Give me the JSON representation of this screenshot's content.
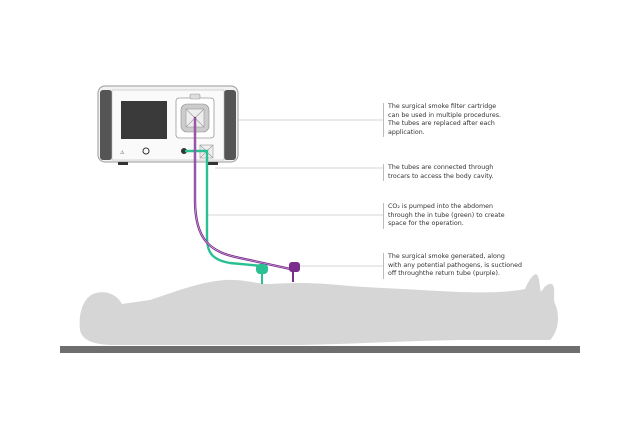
{
  "annotations": [
    {
      "lines": [
        "The surgical smoke filter cartridge",
        "can be used in multiple procedures.",
        "The tubes are replaced after each",
        "application."
      ]
    },
    {
      "lines": [
        "The tubes are connected through",
        "trocars to access the body cavity."
      ]
    },
    {
      "lines": [
        "CO₂ is pumped into the abdomen",
        "through the in tube (green) to create",
        "space for the operation."
      ]
    },
    {
      "lines": [
        "The surgical smoke generated, along",
        "with any potential pathogens, is suctioned",
        "off throughthe return tube (purple)."
      ]
    }
  ],
  "colors": {
    "in_tube": "#2bbf94",
    "return_tube": "#7b2d8e",
    "body": "#d6d6d6",
    "table": "#6e6e6e"
  }
}
